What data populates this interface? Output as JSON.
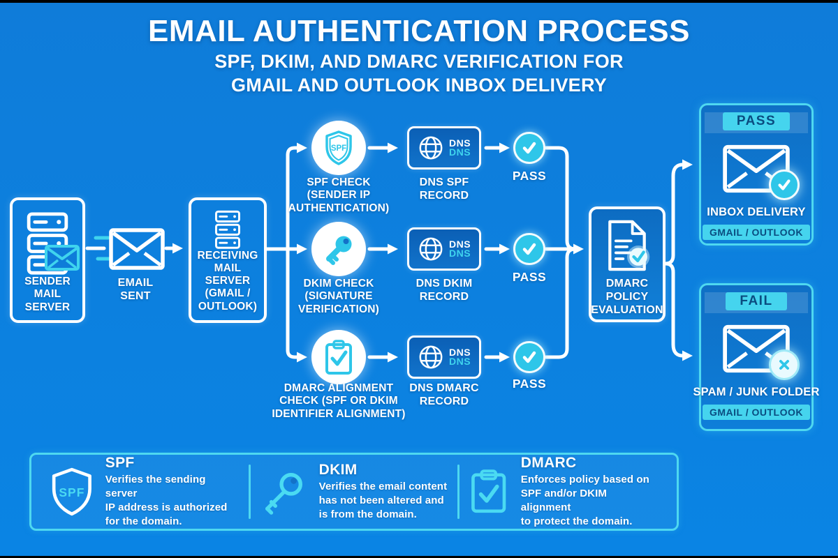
{
  "title": {
    "line1": "EMAIL AUTHENTICATION PROCESS",
    "line2": "SPF, DKIM, AND DMARC VERIFICATION FOR",
    "line3": "GMAIL AND OUTLOOK INBOX DELIVERY"
  },
  "colors": {
    "background_top": "#0F7CD9",
    "background_bottom": "#0A84E4",
    "accent_cyan": "#3FD4EE",
    "badge_bg": "#45D4EE",
    "badge_text": "#0A4C80",
    "pass_circle": "#2EC6E9",
    "white": "#FFFFFF"
  },
  "flow": {
    "sender": {
      "line1": "SENDER",
      "line2": "MAIL SERVER"
    },
    "email_sent": {
      "line1": "EMAIL",
      "line2": "SENT"
    },
    "receiving": {
      "line1": "RECEIVING",
      "line2": "MAIL SERVER",
      "line3": "(GMAIL / OUTLOOK)"
    },
    "dns_icon_text": {
      "top": "DNS",
      "bottom": "DNS"
    },
    "checks": [
      {
        "icon_text": "SPF",
        "label_lines": [
          "SPF CHECK",
          "(SENDER IP",
          "AUTHENTICATION)"
        ],
        "dns_lines": [
          "DNS SPF",
          "RECORD"
        ],
        "result": "PASS"
      },
      {
        "label_lines": [
          "DKIM CHECK",
          "(SIGNATURE",
          "VERIFICATION)"
        ],
        "dns_lines": [
          "DNS DKIM",
          "RECORD"
        ],
        "result": "PASS"
      },
      {
        "label_lines": [
          "DMARC ALIGNMENT",
          "CHECK (SPF OR DKIM",
          "IDENTIFIER ALIGNMENT)"
        ],
        "dns_lines": [
          "DNS DMARC",
          "RECORD"
        ],
        "result": "PASS"
      }
    ],
    "policy": {
      "line1": "DMARC",
      "line2": "POLICY",
      "line3": "EVALUATION"
    },
    "outcomes": [
      {
        "badge": "PASS",
        "label": "INBOX DELIVERY",
        "provider": "GMAIL / OUTLOOK"
      },
      {
        "badge": "FAIL",
        "label": "SPAM / JUNK FOLDER",
        "provider": "GMAIL / OUTLOOK"
      }
    ]
  },
  "legend": [
    {
      "term": "SPF",
      "icon_text": "SPF",
      "desc_lines": [
        "Verifies the sending server",
        "IP address is authorized",
        "for the domain."
      ]
    },
    {
      "term": "DKIM",
      "desc_lines": [
        "Verifies the email content",
        "has not been altered and",
        "is from the domain."
      ]
    },
    {
      "term": "DMARC",
      "desc_lines": [
        "Enforces policy based on",
        "SPF and/or DKIM alignment",
        "to protect the domain."
      ]
    }
  ]
}
